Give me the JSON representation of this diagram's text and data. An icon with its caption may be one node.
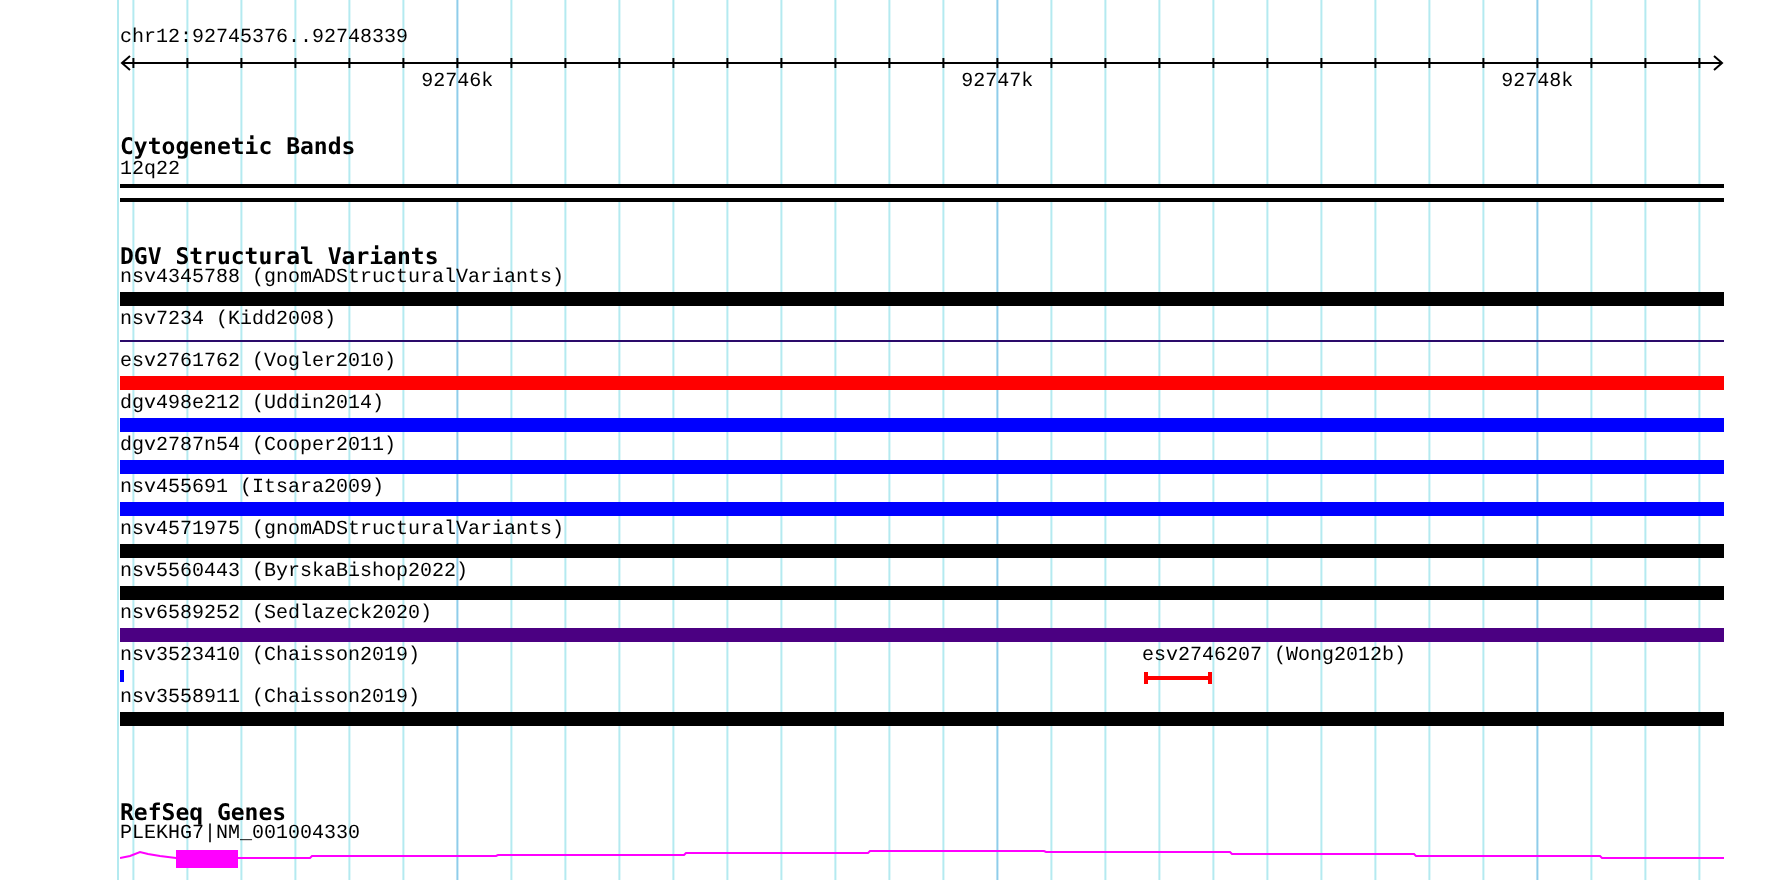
{
  "diagram": {
    "nodes": [
      {
        "text": [
          "Cytogenetic Bands"
        ]
      },
      {
        "text": [
          "12q22"
        ],
        "in": 0
      },
      {
        "text": [
          "DGV Structural Variants"
        ]
      },
      {
        "text": [
          "nsv4345788 (gnomADStructuralVariants)"
        ],
        "in": 2
      },
      {
        "text": [
          "nsv7234 (Kidd2008)"
        ],
        "in": 2
      },
      {
        "text": [
          "esv2761762 (Vogler2010)"
        ],
        "in": 2
      },
      {
        "text": [
          "dgv498e212 (Uddin2014)"
        ],
        "in": 2
      },
      {
        "text": [
          "dgv2787n54 (Cooper2011)"
        ],
        "in": 2
      },
      {
        "text": [
          "nsv455691 (Itsara2009)"
        ],
        "in": 2
      },
      {
        "text": [
          "nsv4571975 (gnomADStructuralVariants)"
        ],
        "in": 2
      },
      {
        "text": [
          "nsv5560443 (ByrskaBishop2022)"
        ],
        "in": 2
      },
      {
        "text": [
          "nsv6589252 (Sedlazeck2020)"
        ],
        "in": 2
      },
      {
        "text": [
          "nsv3523410 (Chaisson2019)"
        ],
        "in": 2
      },
      {
        "text": [
          "esv2746207 (Wong2012b)"
        ],
        "in": 2
      },
      {
        "text": [
          "nsv3558911 (Chaisson2019)"
        ],
        "in": 2
      },
      {
        "text": [
          "RefSeq Genes"
        ]
      },
      {
        "text": [
          "PLEKHG7|NM_001004330"
        ],
        "in": 15
      }
    ],
    "labels": [
      "chr12:92745376..92748339",
      "92746k",
      "92747k",
      "92748k"
    ]
  }
}
